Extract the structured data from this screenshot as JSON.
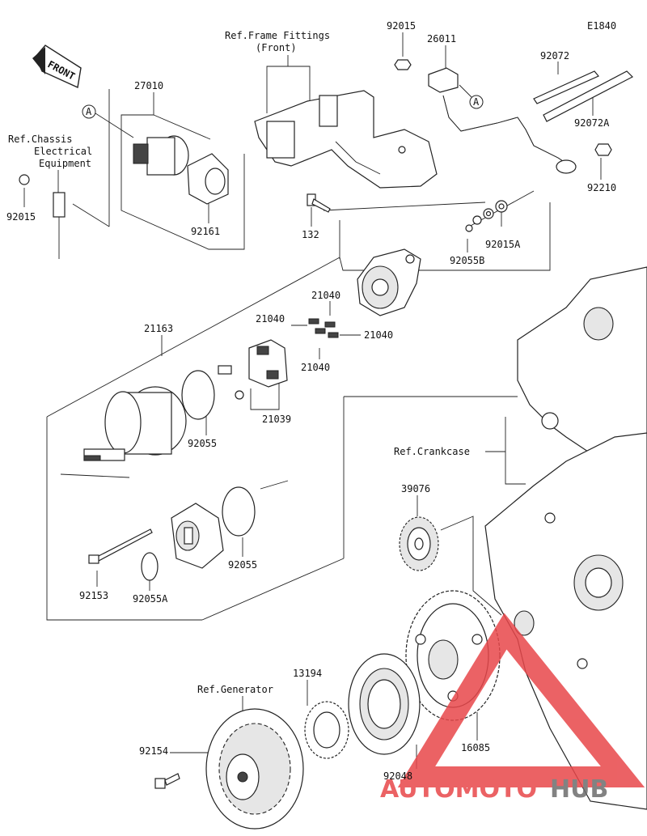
{
  "diagram_code": "E1840",
  "front_badge": "FRONT",
  "refs": {
    "frame_fittings": "Ref.Frame Fittings",
    "frame_fittings_sub": "(Front)",
    "chassis_1": "Ref.Chassis",
    "chassis_2": "Electrical",
    "chassis_3": "Equipment",
    "crankcase": "Ref.Crankcase",
    "generator": "Ref.Generator"
  },
  "callout_marker": "A",
  "parts": {
    "p92015_top": "92015",
    "p26011": "26011",
    "p92072": "92072",
    "p92072A": "92072A",
    "p27010": "27010",
    "p92161": "92161",
    "p92015_left": "92015",
    "p92210": "92210",
    "p132": "132",
    "p92015A": "92015A",
    "p92055B": "92055B",
    "p21040_a": "21040",
    "p21040_b": "21040",
    "p21040_c": "21040",
    "p21040_d": "21040",
    "p21163": "21163",
    "p21039": "21039",
    "p92055_a": "92055",
    "p92055_b": "92055",
    "p39076": "39076",
    "p92153": "92153",
    "p92055A": "92055A",
    "p13194": "13194",
    "p16085": "16085",
    "p92154": "92154",
    "p92048": "92048"
  },
  "watermark": {
    "part1": "AUTOMOTO",
    "part2": "HUB",
    "color_red": "#e8474a",
    "color_grey": "#6d6d6d"
  }
}
